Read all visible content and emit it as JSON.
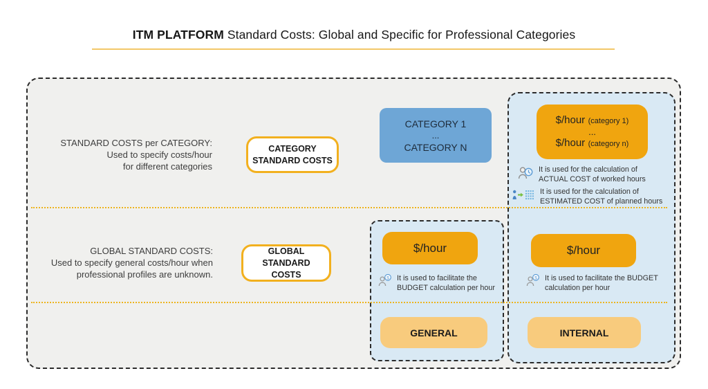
{
  "header": {
    "title_brand": "ITM PLATFORM",
    "title_rest": "Standard Costs: Global and Specific for Professional Categories"
  },
  "category_row": {
    "desc_line1": "STANDARD COSTS per CATEGORY:",
    "desc_line2": "Used to specify costs/hour",
    "desc_line3": "for different categories",
    "label_box_line1": "CATEGORY",
    "label_box_line2": "STANDARD COSTS",
    "categories_line1": "CATEGORY 1",
    "categories_dots": "...",
    "categories_line2": "CATEGORY N",
    "rate_line1_main": "$/hour",
    "rate_line1_suffix": "(category 1)",
    "rate_dots": "...",
    "rate_line2_main": "$/hour",
    "rate_line2_suffix": "(category n)",
    "note_actual_line1": "It is used for the calculation of",
    "note_actual_line2": "ACTUAL COST of worked hours",
    "note_estimated_line1": "It is used for the calculation of",
    "note_estimated_line2": "ESTIMATED COST of planned hours"
  },
  "global_row": {
    "desc_line1": "GLOBAL STANDARD COSTS:",
    "desc_line2": "Used to specify general costs/hour when",
    "desc_line3": "professional profiles are unknown.",
    "label_box_line1": "GLOBAL STANDARD",
    "label_box_line2": "COSTS",
    "general": {
      "rate": "$/hour",
      "note_line1": "It is used to facilitate the",
      "note_line2": "BUDGET calculation per hour",
      "label": "GENERAL"
    },
    "internal": {
      "rate": "$/hour",
      "note_line1": "It is used to facilitate the BUDGET",
      "note_line2": "calculation per hour",
      "label": "INTERNAL"
    }
  },
  "icons": {
    "worked_hours": "person-clock-icon",
    "planned_hours": "person-arrow-grid-icon",
    "budget": "person-dollar-icon"
  },
  "colors": {
    "orange": "#F0A50F",
    "orange_border": "#F2B01E",
    "orange_light": "#F8CB7D",
    "blue": "#6EA6D6",
    "panel_blue": "#D9E9F4",
    "container_gray": "#F0F0EE",
    "divider_gold": "#EDB41C",
    "underline_gold": "#F2C868"
  }
}
